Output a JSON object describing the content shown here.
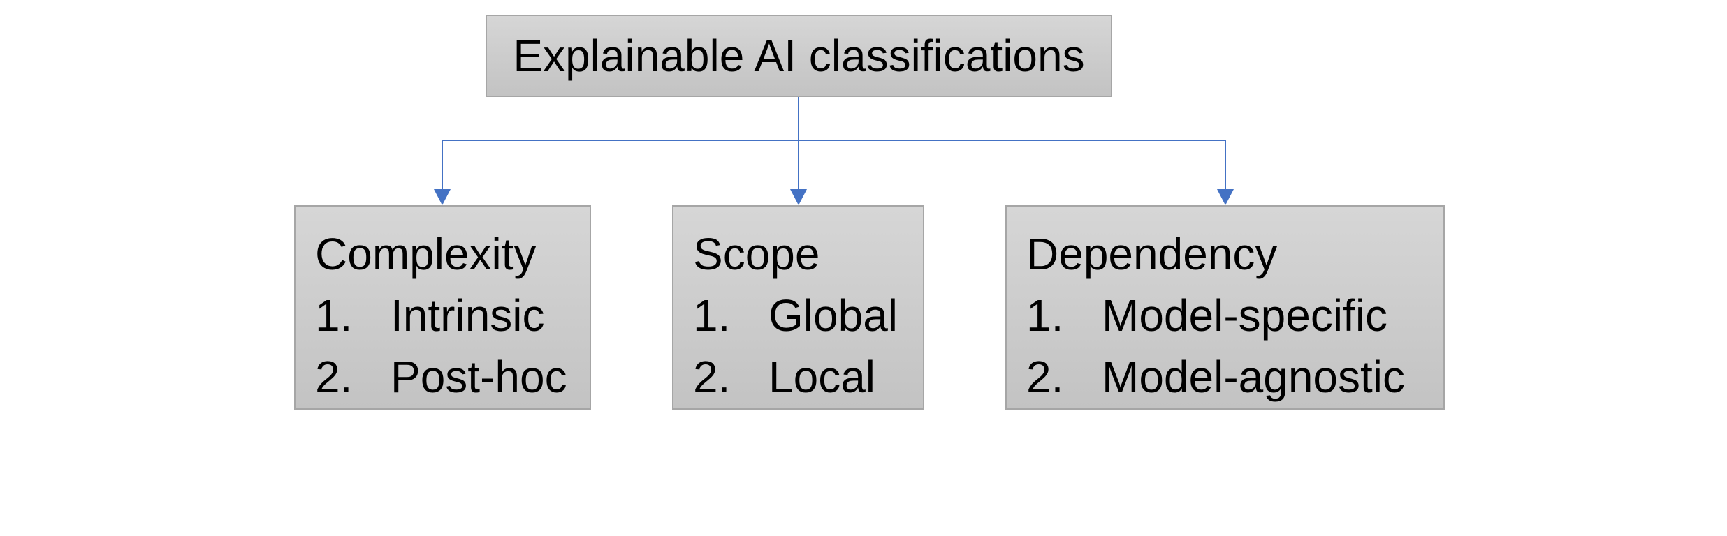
{
  "root": {
    "title": "Explainable AI classifications"
  },
  "categories": [
    {
      "title": "Complexity",
      "items": [
        {
          "num": "1.",
          "label": "Intrinsic"
        },
        {
          "num": "2.",
          "label": "Post-hoc"
        }
      ]
    },
    {
      "title": "Scope",
      "items": [
        {
          "num": "1.",
          "label": "Global"
        },
        {
          "num": "2.",
          "label": "Local"
        }
      ]
    },
    {
      "title": "Dependency",
      "items": [
        {
          "num": "1.",
          "label": "Model-specific"
        },
        {
          "num": "2.",
          "label": "Model-agnostic"
        }
      ]
    }
  ],
  "colors": {
    "connector": "#4472c4",
    "box_border": "#a6a6a6",
    "box_fill_top": "#d6d6d6",
    "box_fill_bottom": "#c3c3c3"
  }
}
